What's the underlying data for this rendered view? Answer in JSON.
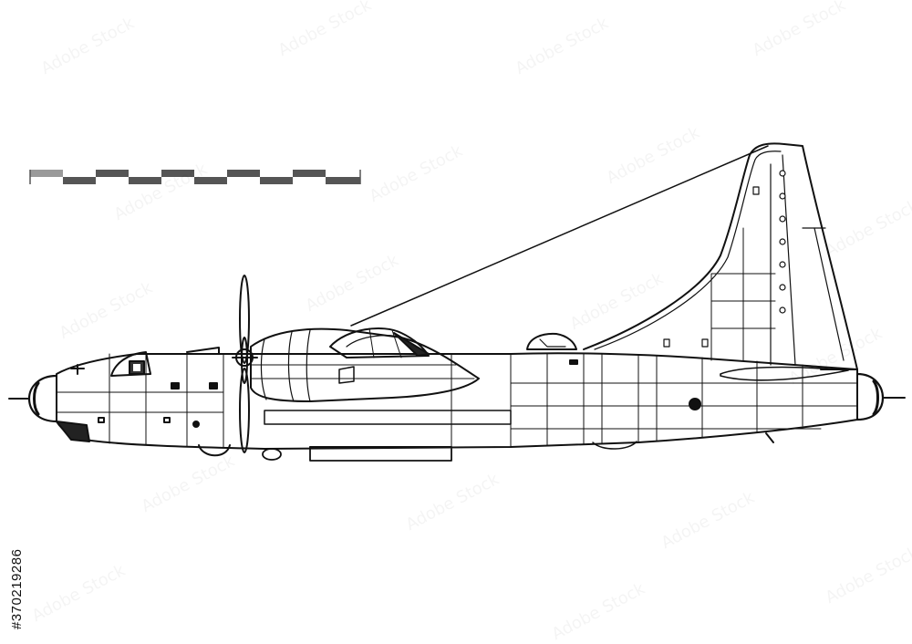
{
  "image": {
    "subject": "aircraft-side-view-line-drawing",
    "stock_id_text": "#370219286",
    "watermark_text": "Adobe Stock"
  },
  "colors": {
    "background": "#ffffff",
    "line": "#111111",
    "scale_dark": "#555555",
    "scale_light": "#9a9a9a"
  }
}
